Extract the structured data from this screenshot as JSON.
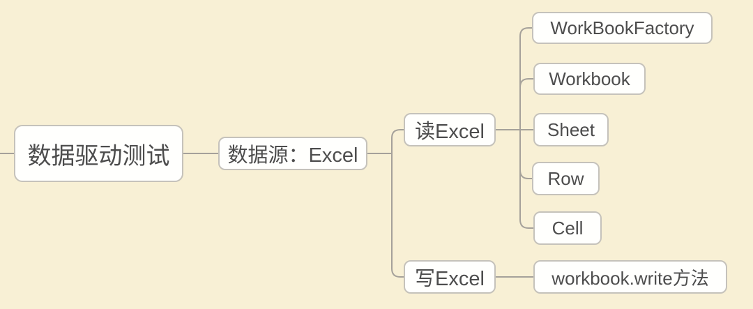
{
  "colors": {
    "background": "#f8f0d5",
    "node_fill": "#fffffd",
    "node_border": "#c5c2bb",
    "connector": "#a5a19a",
    "text": "#4d4d4d"
  },
  "mindmap": {
    "label": "数据驱动测试",
    "children": [
      {
        "label": "数据源：Excel",
        "children": [
          {
            "label": "读Excel",
            "children": [
              {
                "label": "WorkBookFactory"
              },
              {
                "label": "Workbook"
              },
              {
                "label": "Sheet"
              },
              {
                "label": "Row"
              },
              {
                "label": "Cell"
              }
            ]
          },
          {
            "label": "写Excel",
            "children": [
              {
                "label": "workbook.write方法"
              }
            ]
          }
        ]
      }
    ]
  }
}
